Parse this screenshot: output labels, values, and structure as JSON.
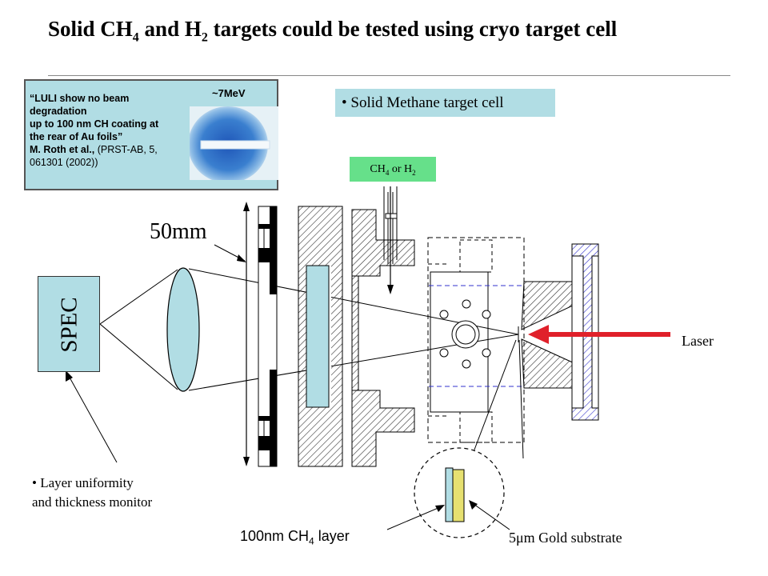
{
  "title": {
    "part1": "Solid CH",
    "sub1": "4",
    "part2": "  and H",
    "sub2": "2",
    "part3": " targets could be tested using cryo target cell"
  },
  "quote": {
    "line1": "“LULI show no beam",
    "line2": "degradation",
    "line3": "up to 100 nm CH coating at",
    "line4": "the rear of Au foils”",
    "line5_bold": "M. Roth et al.,",
    "line5_plain": " (PRST-AB, 5,",
    "line6": "061301 (2002))",
    "image_label": "~7MeV"
  },
  "methane_cell": "• Solid Methane target cell",
  "gas_input": {
    "part1": "CH",
    "sub1": "4",
    "part2": " or H",
    "sub2": "2"
  },
  "dimension": "50mm",
  "spectrometer": "SPEC",
  "laser": "Laser",
  "monitor": {
    "line1": "• Layer uniformity",
    "line2": "and thickness monitor"
  },
  "layer": {
    "part1": "100nm CH",
    "sub1": "4",
    "part2": " layer"
  },
  "substrate": {
    "prefix": "5",
    "mu": "μ",
    "suffix": "m Gold substrate"
  },
  "colors": {
    "box": "#b1dde4",
    "gas": "#66e08a",
    "laser": "#e0202a",
    "gold": "#e6e070",
    "hatch_blue": "#3333cc"
  }
}
